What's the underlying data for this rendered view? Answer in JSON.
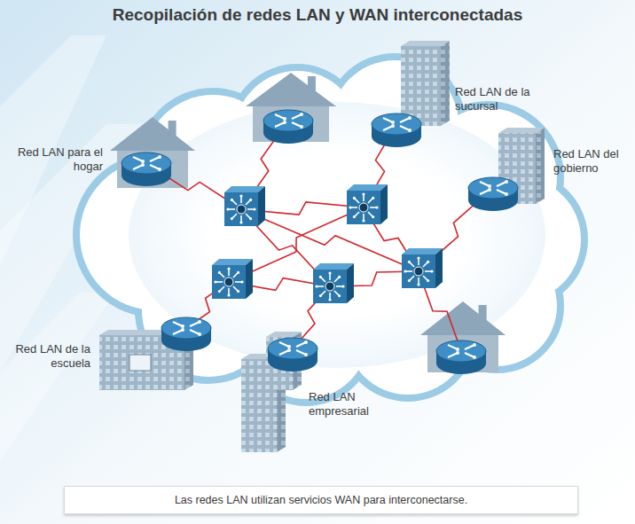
{
  "diagram": {
    "title": "Recopilación de redes LAN y WAN interconectadas",
    "caption": "Las redes LAN utilizan servicios WAN para interconectarse.",
    "labels": [
      "Red LAN para el hogar",
      "Red LAN de la sucursal",
      "Red LAN del gobierno",
      "Red LAN de la escuela",
      "Red LAN empresarial"
    ]
  }
}
